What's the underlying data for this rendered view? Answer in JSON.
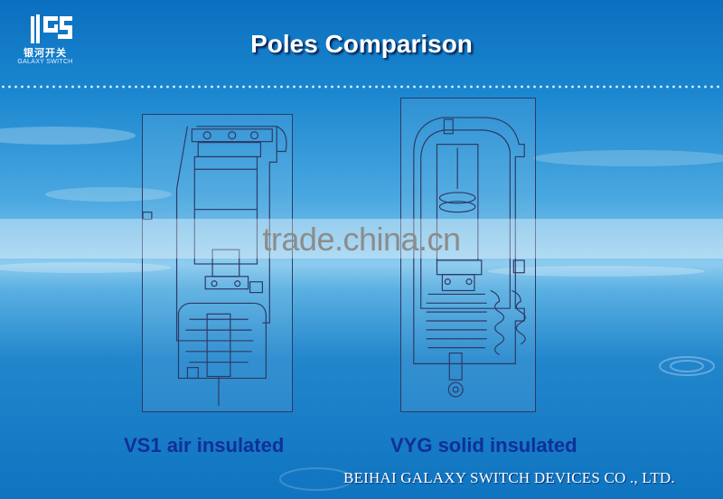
{
  "logo": {
    "mark": "GS",
    "name_cn": "银河开关",
    "name_en": "GALAXY SWITCH",
    "icon": "gs-logo-icon"
  },
  "title": "Poles Comparison",
  "watermark": "trade.china.cn",
  "figures": [
    {
      "caption": "VS1 air insulated",
      "drawing": "vs1-pole-drawing"
    },
    {
      "caption": "VYG solid insulated",
      "drawing": "vyg-pole-drawing"
    }
  ],
  "footer": {
    "company": "BEIHAI GALAXY SWITCH DEVICES CO ., LTD."
  },
  "colors": {
    "caption_text": "#0f2f99",
    "title_text": "#ffffff",
    "drawing_lines": "#2d3a66",
    "background_top": "#0b6fbf",
    "background_bottom": "#0f74c0"
  }
}
